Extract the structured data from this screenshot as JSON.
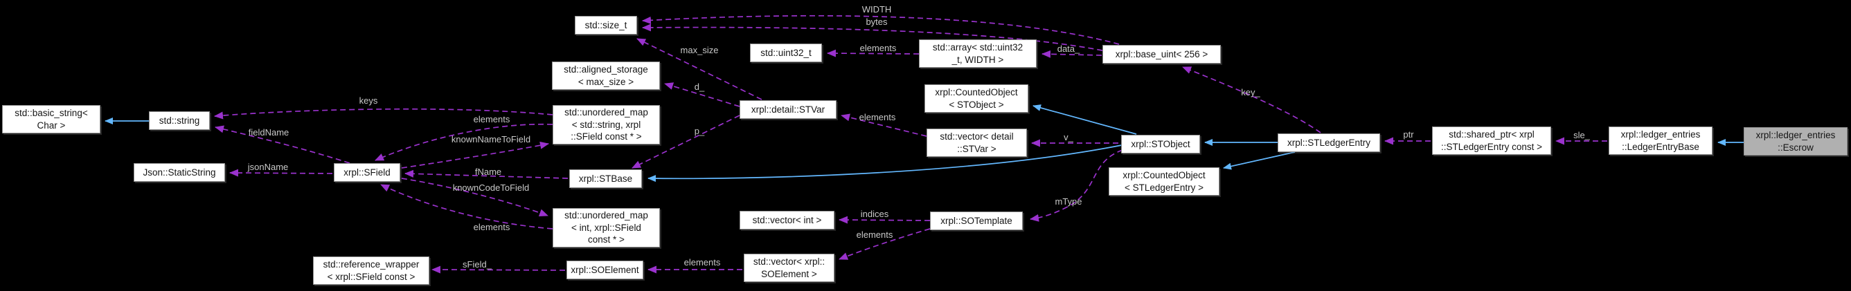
{
  "colors": {
    "background": "#000000",
    "node_fill": "#ffffff",
    "node_highlight_fill": "#b0b0b0",
    "node_border": "#8f8f8f",
    "inheritance_edge": "#63b8ff",
    "member_edge": "#9a32cd",
    "edge_label": "#c9c9c9",
    "node_text": "#151515"
  },
  "nodes": {
    "size_t": {
      "label": "std::size_t"
    },
    "uint32_t": {
      "label": "std::uint32_t"
    },
    "aligned": {
      "label": "std::aligned_storage\n< max_size >"
    },
    "array": {
      "label": "std::array< std::uint32\n_t, WIDTH >"
    },
    "base_uint": {
      "label": "xrpl::base_uint< 256 >"
    },
    "basic_string": {
      "label": "std::basic_string<\nChar >"
    },
    "string": {
      "label": "std::string"
    },
    "static_string": {
      "label": "Json::StaticString"
    },
    "sfield": {
      "label": "xrpl::SField"
    },
    "map_string": {
      "label": "std::unordered_map\n< std::string, xrpl\n::SField const * >"
    },
    "stvar": {
      "label": "xrpl::detail::STVar"
    },
    "counted_stobject": {
      "label": "xrpl::CountedObject\n< STObject >"
    },
    "vector_stvar": {
      "label": "std::vector< detail\n::STVar >"
    },
    "stbase": {
      "label": "xrpl::STBase"
    },
    "stobject": {
      "label": "xrpl::STObject"
    },
    "stledgerentry": {
      "label": "xrpl::STLedgerEntry"
    },
    "counted_sle": {
      "label": "xrpl::CountedObject\n< STLedgerEntry >"
    },
    "map_int": {
      "label": "std::unordered_map\n< int, xrpl::SField\nconst * >"
    },
    "vector_int": {
      "label": "std::vector< int >"
    },
    "sotemplate": {
      "label": "xrpl::SOTemplate"
    },
    "vector_soelement": {
      "label": "std::vector< xrpl::\nSOElement >"
    },
    "refwrap": {
      "label": "std::reference_wrapper\n< xrpl::SField const >"
    },
    "soelement": {
      "label": "xrpl::SOElement"
    },
    "shared_ptr": {
      "label": "std::shared_ptr< xrpl\n::STLedgerEntry const >"
    },
    "ledger_base": {
      "label": "xrpl::ledger_entries\n::LedgerEntryBase"
    },
    "escrow": {
      "label": "xrpl::ledger_entries\n::Escrow"
    }
  },
  "edges": {
    "width": {
      "label": "WIDTH",
      "type": "member"
    },
    "bytes": {
      "label": "bytes",
      "type": "member"
    },
    "elements_array": {
      "label": "elements",
      "type": "member"
    },
    "data": {
      "label": "data_",
      "type": "member"
    },
    "key": {
      "label": "key_",
      "type": "member"
    },
    "max_size": {
      "label": "max_size",
      "type": "member"
    },
    "d": {
      "label": "d_",
      "type": "member"
    },
    "p": {
      "label": "p_",
      "type": "member"
    },
    "elements_vstvar": {
      "label": "elements",
      "type": "member"
    },
    "v": {
      "label": "v_",
      "type": "member"
    },
    "keys": {
      "label": "keys",
      "type": "member"
    },
    "elements_map_string": {
      "label": "elements",
      "type": "member"
    },
    "field_name": {
      "label": "fieldName",
      "type": "member"
    },
    "json_name": {
      "label": "jsonName",
      "type": "member"
    },
    "known_name": {
      "label": "knownNameToField",
      "type": "member"
    },
    "known_code": {
      "label": "knownCodeToField",
      "type": "member"
    },
    "elements_map_int": {
      "label": "elements",
      "type": "member"
    },
    "f_name": {
      "label": "fName",
      "type": "member"
    },
    "m_type": {
      "label": "mType",
      "type": "member"
    },
    "indices": {
      "label": "indices",
      "type": "member"
    },
    "elements_sotemplate": {
      "label": "elements",
      "type": "member"
    },
    "elements_vsoe": {
      "label": "elements",
      "type": "member"
    },
    "s_field": {
      "label": "sField_",
      "type": "member"
    },
    "sle": {
      "label": "sle_",
      "type": "member"
    },
    "ptr": {
      "label": "ptr",
      "type": "member"
    }
  }
}
